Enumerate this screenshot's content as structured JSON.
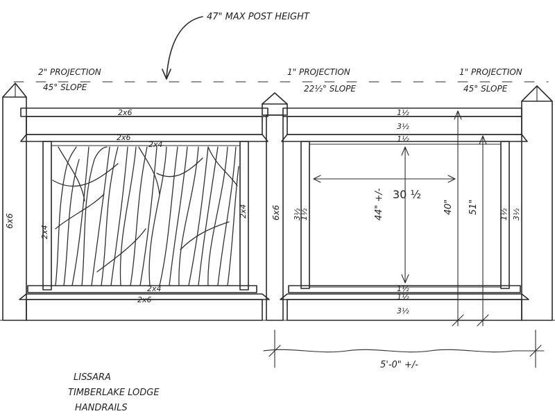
{
  "callout": {
    "max_post_height": "47\" MAX POST HEIGHT"
  },
  "projections": {
    "left": {
      "projection": "2\" PROJECTION",
      "slope": "45° SLOPE"
    },
    "middle": {
      "projection": "1\" PROJECTION",
      "slope": "22½° SLOPE"
    },
    "right": {
      "projection": "1\" PROJECTION",
      "slope": "45° SLOPE"
    }
  },
  "left_panel": {
    "top_rail": "2x6",
    "top_inner_rail": "2x6",
    "top_inner_rail_2": "2x4",
    "left_stile": "2x4",
    "right_stile": "2x4",
    "bottom_inner_rail": "2x4",
    "bottom_rail": "2x6",
    "post_label": "6x6"
  },
  "right_panel": {
    "post_label": "6x6",
    "top_dims": [
      "1½",
      "3½",
      "1½"
    ],
    "bottom_dims": [
      "1½",
      "1½",
      "3½"
    ],
    "left_stile_dims": [
      "3½",
      "1½"
    ],
    "right_stile_dims": [
      "1½",
      "3½"
    ],
    "opening_width": "30 ½",
    "opening_height": "44\" +/-",
    "height_40": "40\"",
    "height_51": "51\"",
    "span": "5'-0\" +/-"
  },
  "title_block": {
    "line1": "LISSARA",
    "line2": "TIMBERLAKE LODGE",
    "line3": "HANDRAILS"
  }
}
